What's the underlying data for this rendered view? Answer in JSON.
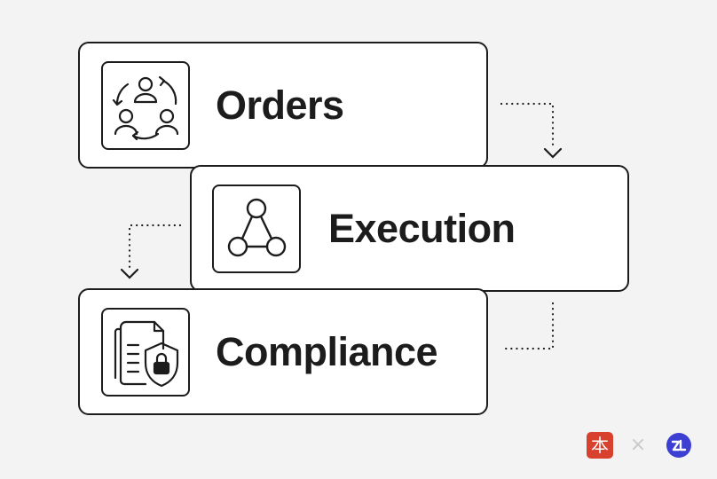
{
  "diagram": {
    "steps": [
      {
        "label": "Orders",
        "icon": "people-cycle-icon"
      },
      {
        "label": "Execution",
        "icon": "triangle-nodes-icon"
      },
      {
        "label": "Compliance",
        "icon": "document-shield-lock-icon"
      }
    ]
  },
  "footer": {
    "left_logo_glyph": "本",
    "separator": "×",
    "right_logo_icon": "circular-monogram-logo"
  },
  "colors": {
    "background": "#f3f3f3",
    "card": "#ffffff",
    "stroke": "#1c1c1c",
    "brand_red": "#d9412f",
    "brand_blue": "#3c3fd1"
  }
}
